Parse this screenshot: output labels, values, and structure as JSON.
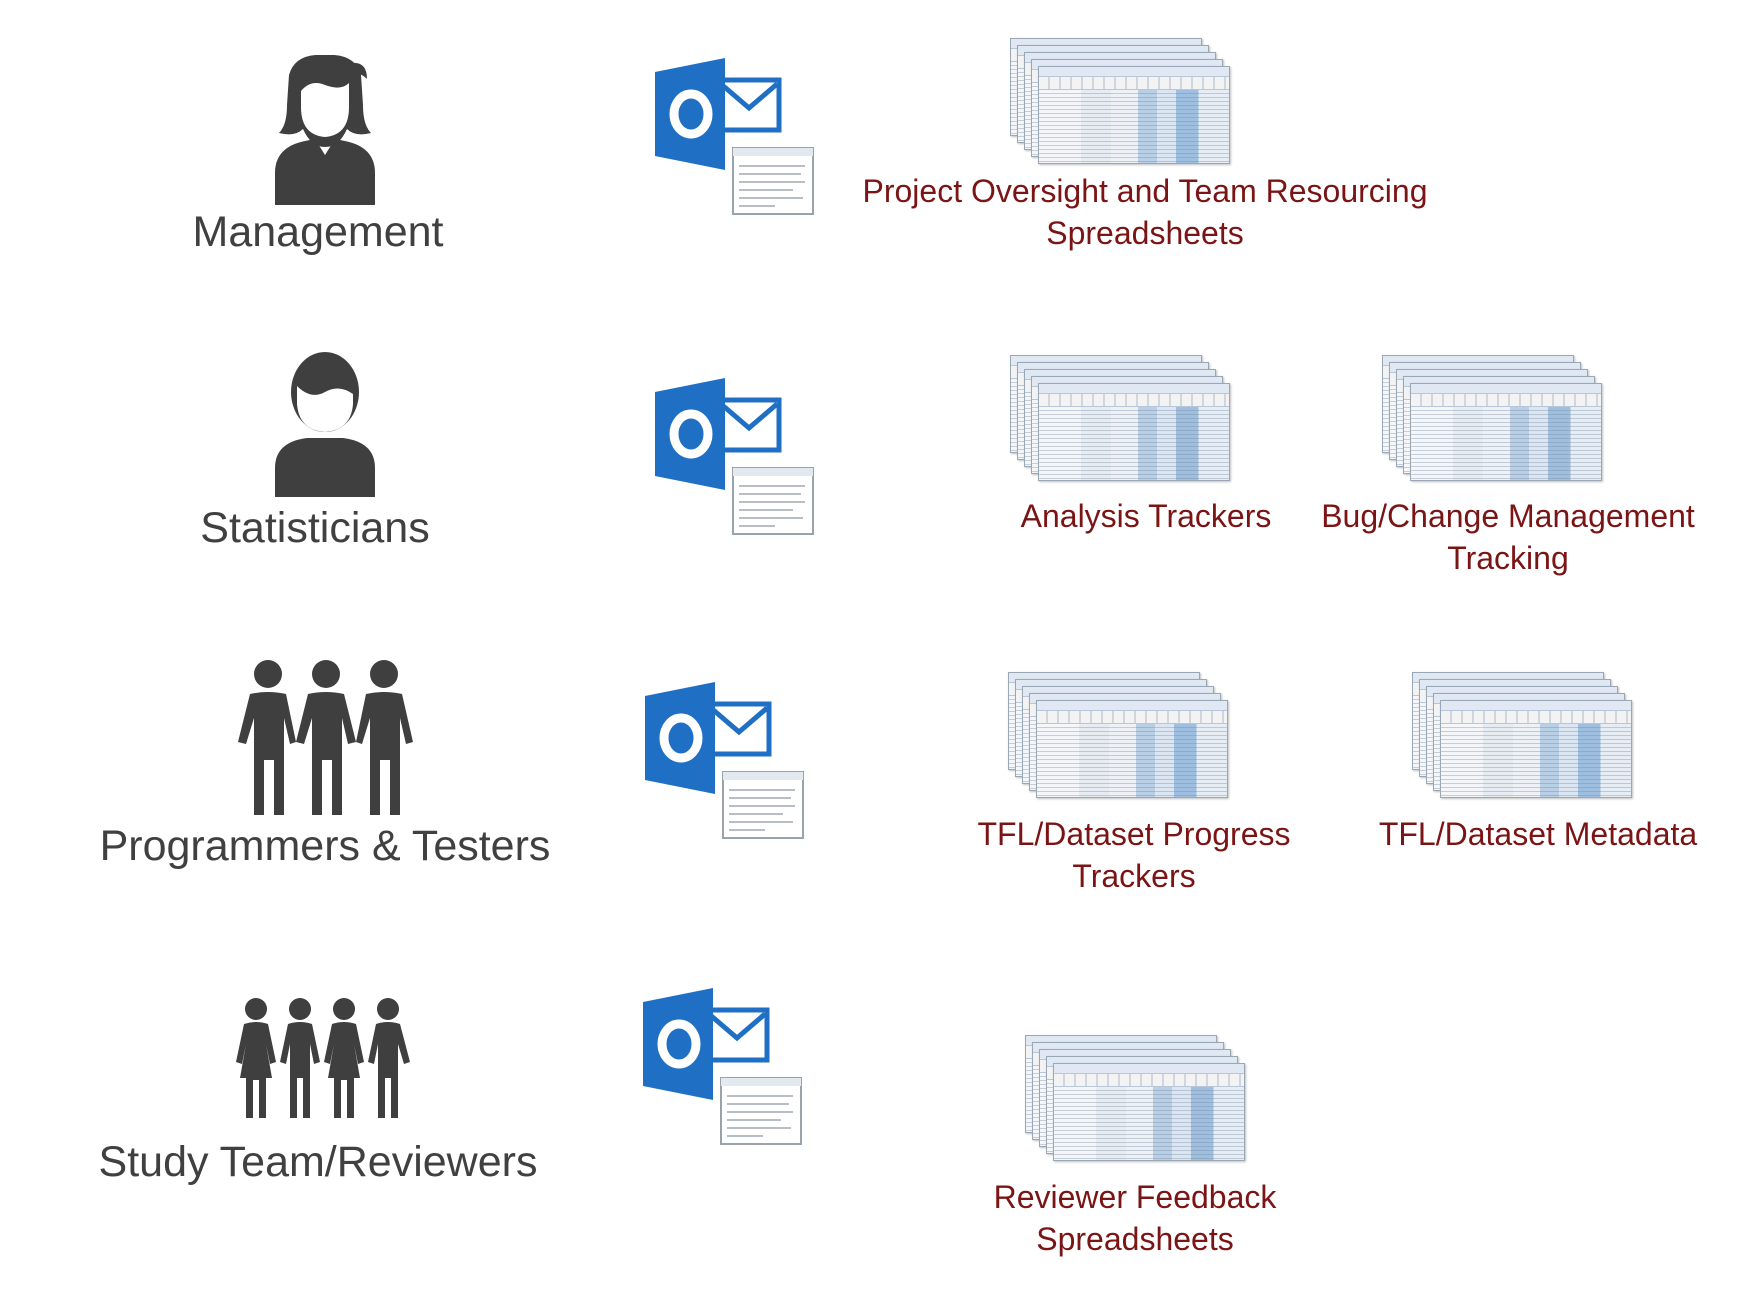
{
  "colors": {
    "role_text": "#404040",
    "doc_text": "#7b1414",
    "outlook_blue": "#1f6fc5",
    "icon_grey": "#3f3f3f"
  },
  "rows": [
    {
      "role": "Management",
      "role_icon": "woman-icon",
      "documents": [
        "Project Oversight and Team Resourcing Spreadsheets"
      ],
      "doc_lines": [
        [
          "Project Oversight and Team Resourcing",
          "Spreadsheets"
        ]
      ]
    },
    {
      "role": "Statisticians",
      "role_icon": "man-icon",
      "documents": [
        "Analysis Trackers",
        "Bug/Change Management Tracking"
      ],
      "doc_lines": [
        [
          "Analysis Trackers"
        ],
        [
          "Bug/Change Management",
          "Tracking"
        ]
      ]
    },
    {
      "role": "Programmers & Testers",
      "role_icon": "group-of-three-icon",
      "documents": [
        "TFL/Dataset Progress Trackers",
        "TFL/Dataset Metadata"
      ],
      "doc_lines": [
        [
          "TFL/Dataset Progress",
          "Trackers"
        ],
        [
          "TFL/Dataset Metadata"
        ]
      ]
    },
    {
      "role": "Study Team/Reviewers",
      "role_icon": "group-of-four-icon",
      "documents": [
        "Reviewer Feedback Spreadsheets"
      ],
      "doc_lines": [
        [
          "Reviewer Feedback",
          "Spreadsheets"
        ]
      ]
    }
  ],
  "email_icon": "outlook-email-icon",
  "spreadsheet_icon": "spreadsheet-stack-icon"
}
